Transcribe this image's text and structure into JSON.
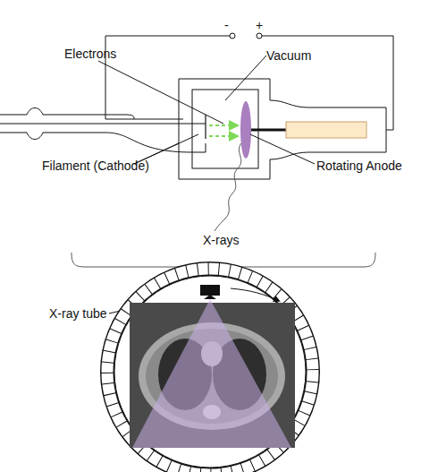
{
  "diagram": {
    "labels": [
      "-",
      "+",
      "Electrons",
      "Vacuum",
      "Filament (Cathode)",
      "Rotating Anode",
      "X-rays",
      "X-ray tube"
    ]
  }
}
